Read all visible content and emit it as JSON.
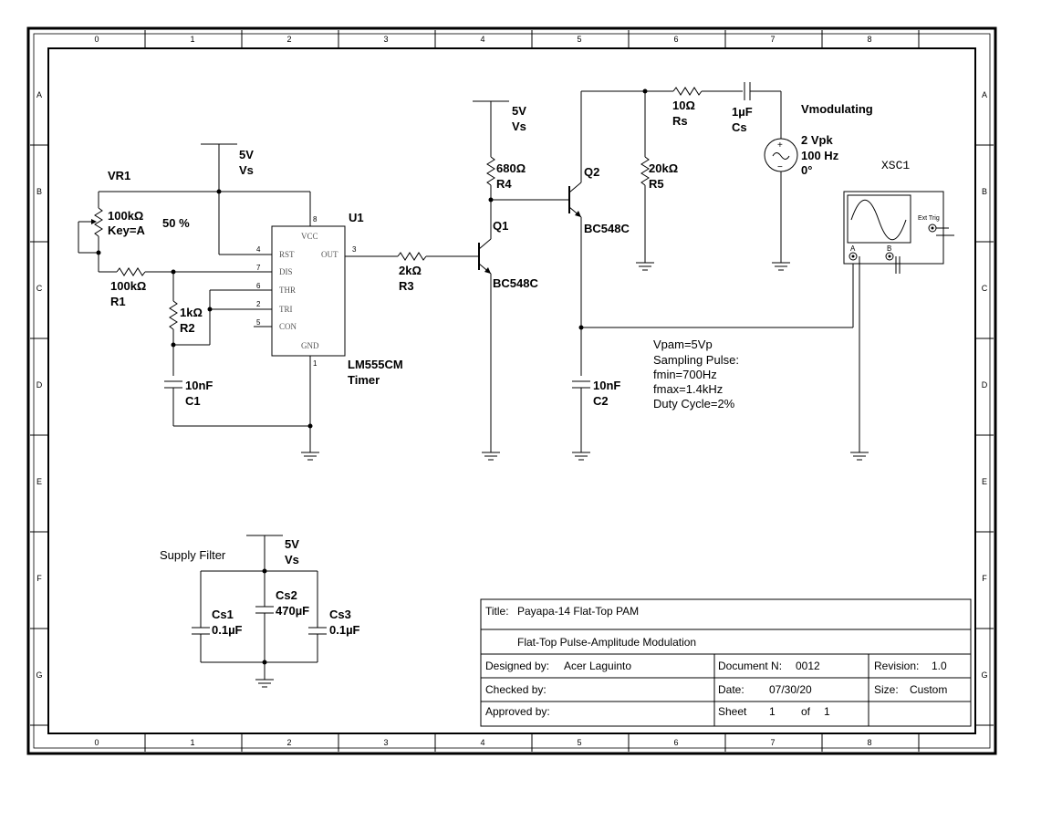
{
  "border": {
    "columns": [
      "0",
      "1",
      "2",
      "3",
      "4",
      "5",
      "6",
      "7",
      "8"
    ],
    "rows": [
      "A",
      "B",
      "C",
      "D",
      "E",
      "F",
      "G"
    ]
  },
  "supply": {
    "timer": {
      "v": "5V",
      "name": "Vs"
    },
    "q1": {
      "v": "5V",
      "name": "Vs"
    },
    "filter": {
      "v": "5V",
      "name": "Vs"
    }
  },
  "components": {
    "vr1": {
      "ref": "VR1",
      "value": "100kΩ",
      "key": "Key=A",
      "setting": "50 %"
    },
    "r1": {
      "value": "100kΩ",
      "ref": "R1"
    },
    "r2": {
      "value": "1kΩ",
      "ref": "R2"
    },
    "c1": {
      "value": "10nF",
      "ref": "C1"
    },
    "u1": {
      "ref": "U1",
      "part": "LM555CM",
      "type": "Timer",
      "pins": {
        "vcc": "VCC",
        "rst": "RST",
        "dis": "DIS",
        "thr": "THR",
        "tri": "TRI",
        "con": "CON",
        "gnd": "GND",
        "out": "OUT"
      },
      "pin_numbers": {
        "vcc": "8",
        "rst": "4",
        "dis": "7",
        "thr": "6",
        "tri": "2",
        "con": "5",
        "gnd": "1",
        "out": "3"
      }
    },
    "r3": {
      "value": "2kΩ",
      "ref": "R3"
    },
    "r4": {
      "value": "680Ω",
      "ref": "R4"
    },
    "q1": {
      "ref": "Q1",
      "part": "BC548C"
    },
    "q2": {
      "ref": "Q2",
      "part": "BC548C"
    },
    "r5": {
      "value": "20kΩ",
      "ref": "R5"
    },
    "rs": {
      "value": "10Ω",
      "ref": "Rs"
    },
    "cs": {
      "value": "1µF",
      "ref": "Cs"
    },
    "vmod": {
      "name": "Vmodulating",
      "amp": "2 Vpk",
      "freq": "100 Hz",
      "phase": "0°"
    },
    "c2": {
      "value": "10nF",
      "ref": "C2"
    },
    "xsc1": {
      "ref": "XSC1",
      "ext_trig": "Ext Trig",
      "ch_a": "A",
      "ch_b": "B"
    },
    "cs1": {
      "ref": "Cs1",
      "value": "0.1µF"
    },
    "cs2": {
      "ref": "Cs2",
      "value": "470µF"
    },
    "cs3": {
      "ref": "Cs3",
      "value": "0.1µF"
    }
  },
  "supply_filter_label": "Supply  Filter",
  "notes": [
    "Vpam=5Vp",
    "Sampling  Pulse:",
    "fmin=700Hz",
    "fmax=1.4kHz",
    "Duty  Cycle=2%"
  ],
  "title_block": {
    "title_label": "Title:",
    "title": "Payapa-14  Flat-Top  PAM",
    "subtitle": "Flat-Top  Pulse-Amplitude  Modulation",
    "designed_by_label": "Designed  by:",
    "designed_by": "Acer  Laguinto",
    "document_label": "Document  N:",
    "document": "0012",
    "revision_label": "Revision:",
    "revision": "1.0",
    "checked_by_label": "Checked  by:",
    "date_label": "Date:",
    "date": "07/30/20",
    "size_label": "Size:",
    "size": "Custom",
    "approved_by_label": "Approved  by:",
    "sheet_label": "Sheet",
    "sheet": "1",
    "of_label": "of",
    "of": "1"
  }
}
